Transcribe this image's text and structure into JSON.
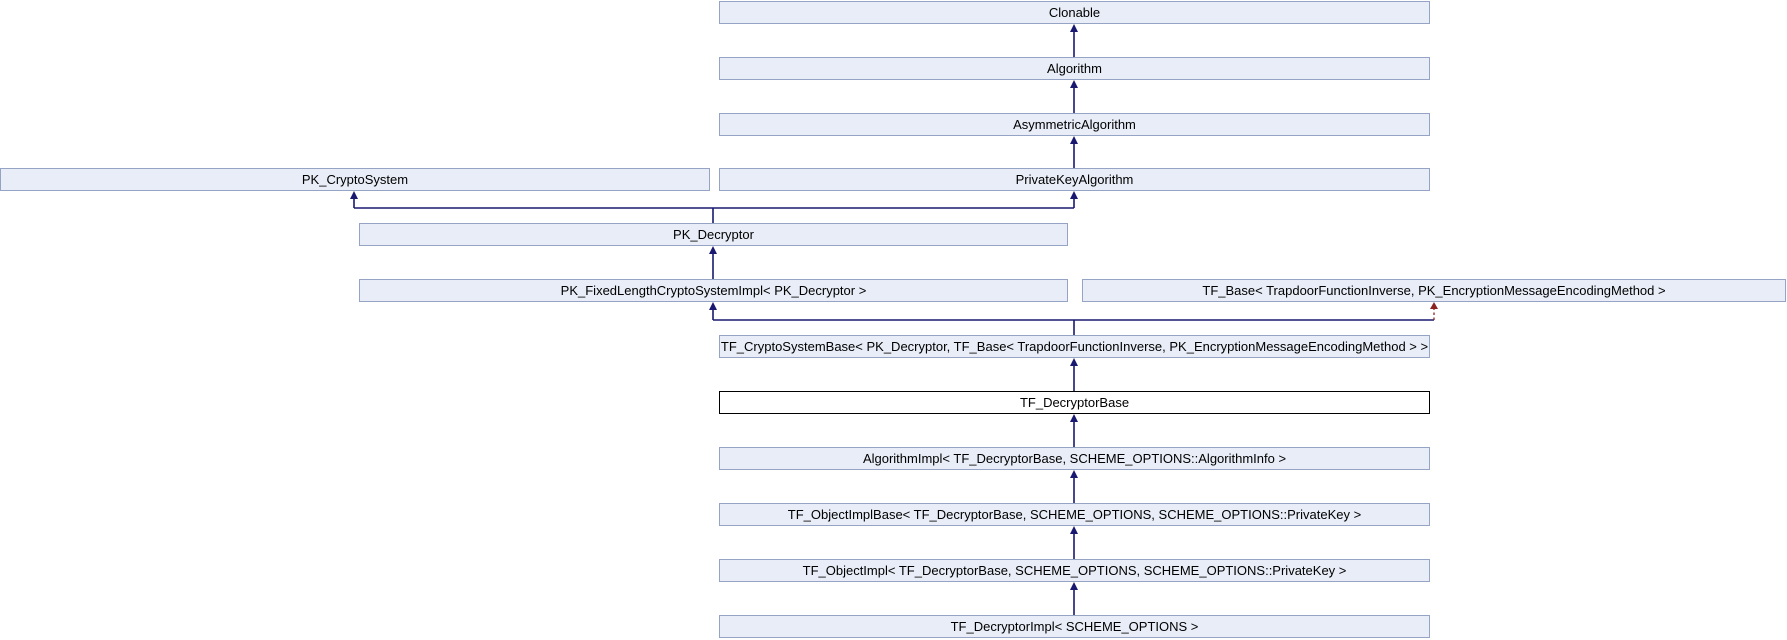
{
  "diagram": {
    "type": "class-inheritance-graph",
    "current_class": "TF_DecryptorBase",
    "colors": {
      "node_fill": "#e8edf7",
      "node_border": "#95a3c4",
      "current_node_fill": "#ffffff",
      "current_node_border": "#000000",
      "inheritance_arrow": "#191970",
      "dashed_relation_arrow": "#8b2323",
      "text": "#000000",
      "background": "#ffffff"
    },
    "nodes": {
      "clonable": {
        "label": "Clonable"
      },
      "algorithm": {
        "label": "Algorithm"
      },
      "asymmetric_algorithm": {
        "label": "AsymmetricAlgorithm"
      },
      "pk_cryptosystem": {
        "label": "PK_CryptoSystem"
      },
      "private_key_algorithm": {
        "label": "PrivateKeyAlgorithm"
      },
      "pk_decryptor": {
        "label": "PK_Decryptor"
      },
      "pk_fixed_length_cryptosystem_impl": {
        "label": "PK_FixedLengthCryptoSystemImpl< PK_Decryptor >"
      },
      "tf_base": {
        "label": "TF_Base< TrapdoorFunctionInverse, PK_EncryptionMessageEncodingMethod >"
      },
      "tf_cryptosystem_base": {
        "label": "TF_CryptoSystemBase< PK_Decryptor, TF_Base< TrapdoorFunctionInverse, PK_EncryptionMessageEncodingMethod > >"
      },
      "tf_decryptor_base": {
        "label": "TF_DecryptorBase"
      },
      "algorithm_impl": {
        "label": "AlgorithmImpl< TF_DecryptorBase, SCHEME_OPTIONS::AlgorithmInfo >"
      },
      "tf_object_impl_base": {
        "label": "TF_ObjectImplBase< TF_DecryptorBase, SCHEME_OPTIONS, SCHEME_OPTIONS::PrivateKey >"
      },
      "tf_object_impl": {
        "label": "TF_ObjectImpl< TF_DecryptorBase, SCHEME_OPTIONS, SCHEME_OPTIONS::PrivateKey >"
      },
      "tf_decryptor_impl": {
        "label": "TF_DecryptorImpl< SCHEME_OPTIONS >"
      }
    },
    "edges": [
      {
        "from": "algorithm",
        "to": "clonable",
        "style": "solid"
      },
      {
        "from": "asymmetric_algorithm",
        "to": "algorithm",
        "style": "solid"
      },
      {
        "from": "private_key_algorithm",
        "to": "asymmetric_algorithm",
        "style": "solid"
      },
      {
        "from": "pk_decryptor",
        "to": "pk_cryptosystem",
        "style": "solid"
      },
      {
        "from": "pk_decryptor",
        "to": "private_key_algorithm",
        "style": "solid"
      },
      {
        "from": "pk_fixed_length_cryptosystem_impl",
        "to": "pk_decryptor",
        "style": "solid"
      },
      {
        "from": "tf_cryptosystem_base",
        "to": "pk_fixed_length_cryptosystem_impl",
        "style": "solid"
      },
      {
        "from": "tf_cryptosystem_base",
        "to": "tf_base",
        "style": "dashed"
      },
      {
        "from": "tf_decryptor_base",
        "to": "tf_cryptosystem_base",
        "style": "solid"
      },
      {
        "from": "algorithm_impl",
        "to": "tf_decryptor_base",
        "style": "solid"
      },
      {
        "from": "tf_object_impl_base",
        "to": "algorithm_impl",
        "style": "solid"
      },
      {
        "from": "tf_object_impl",
        "to": "tf_object_impl_base",
        "style": "solid"
      },
      {
        "from": "tf_decryptor_impl",
        "to": "tf_object_impl",
        "style": "solid"
      }
    ]
  }
}
